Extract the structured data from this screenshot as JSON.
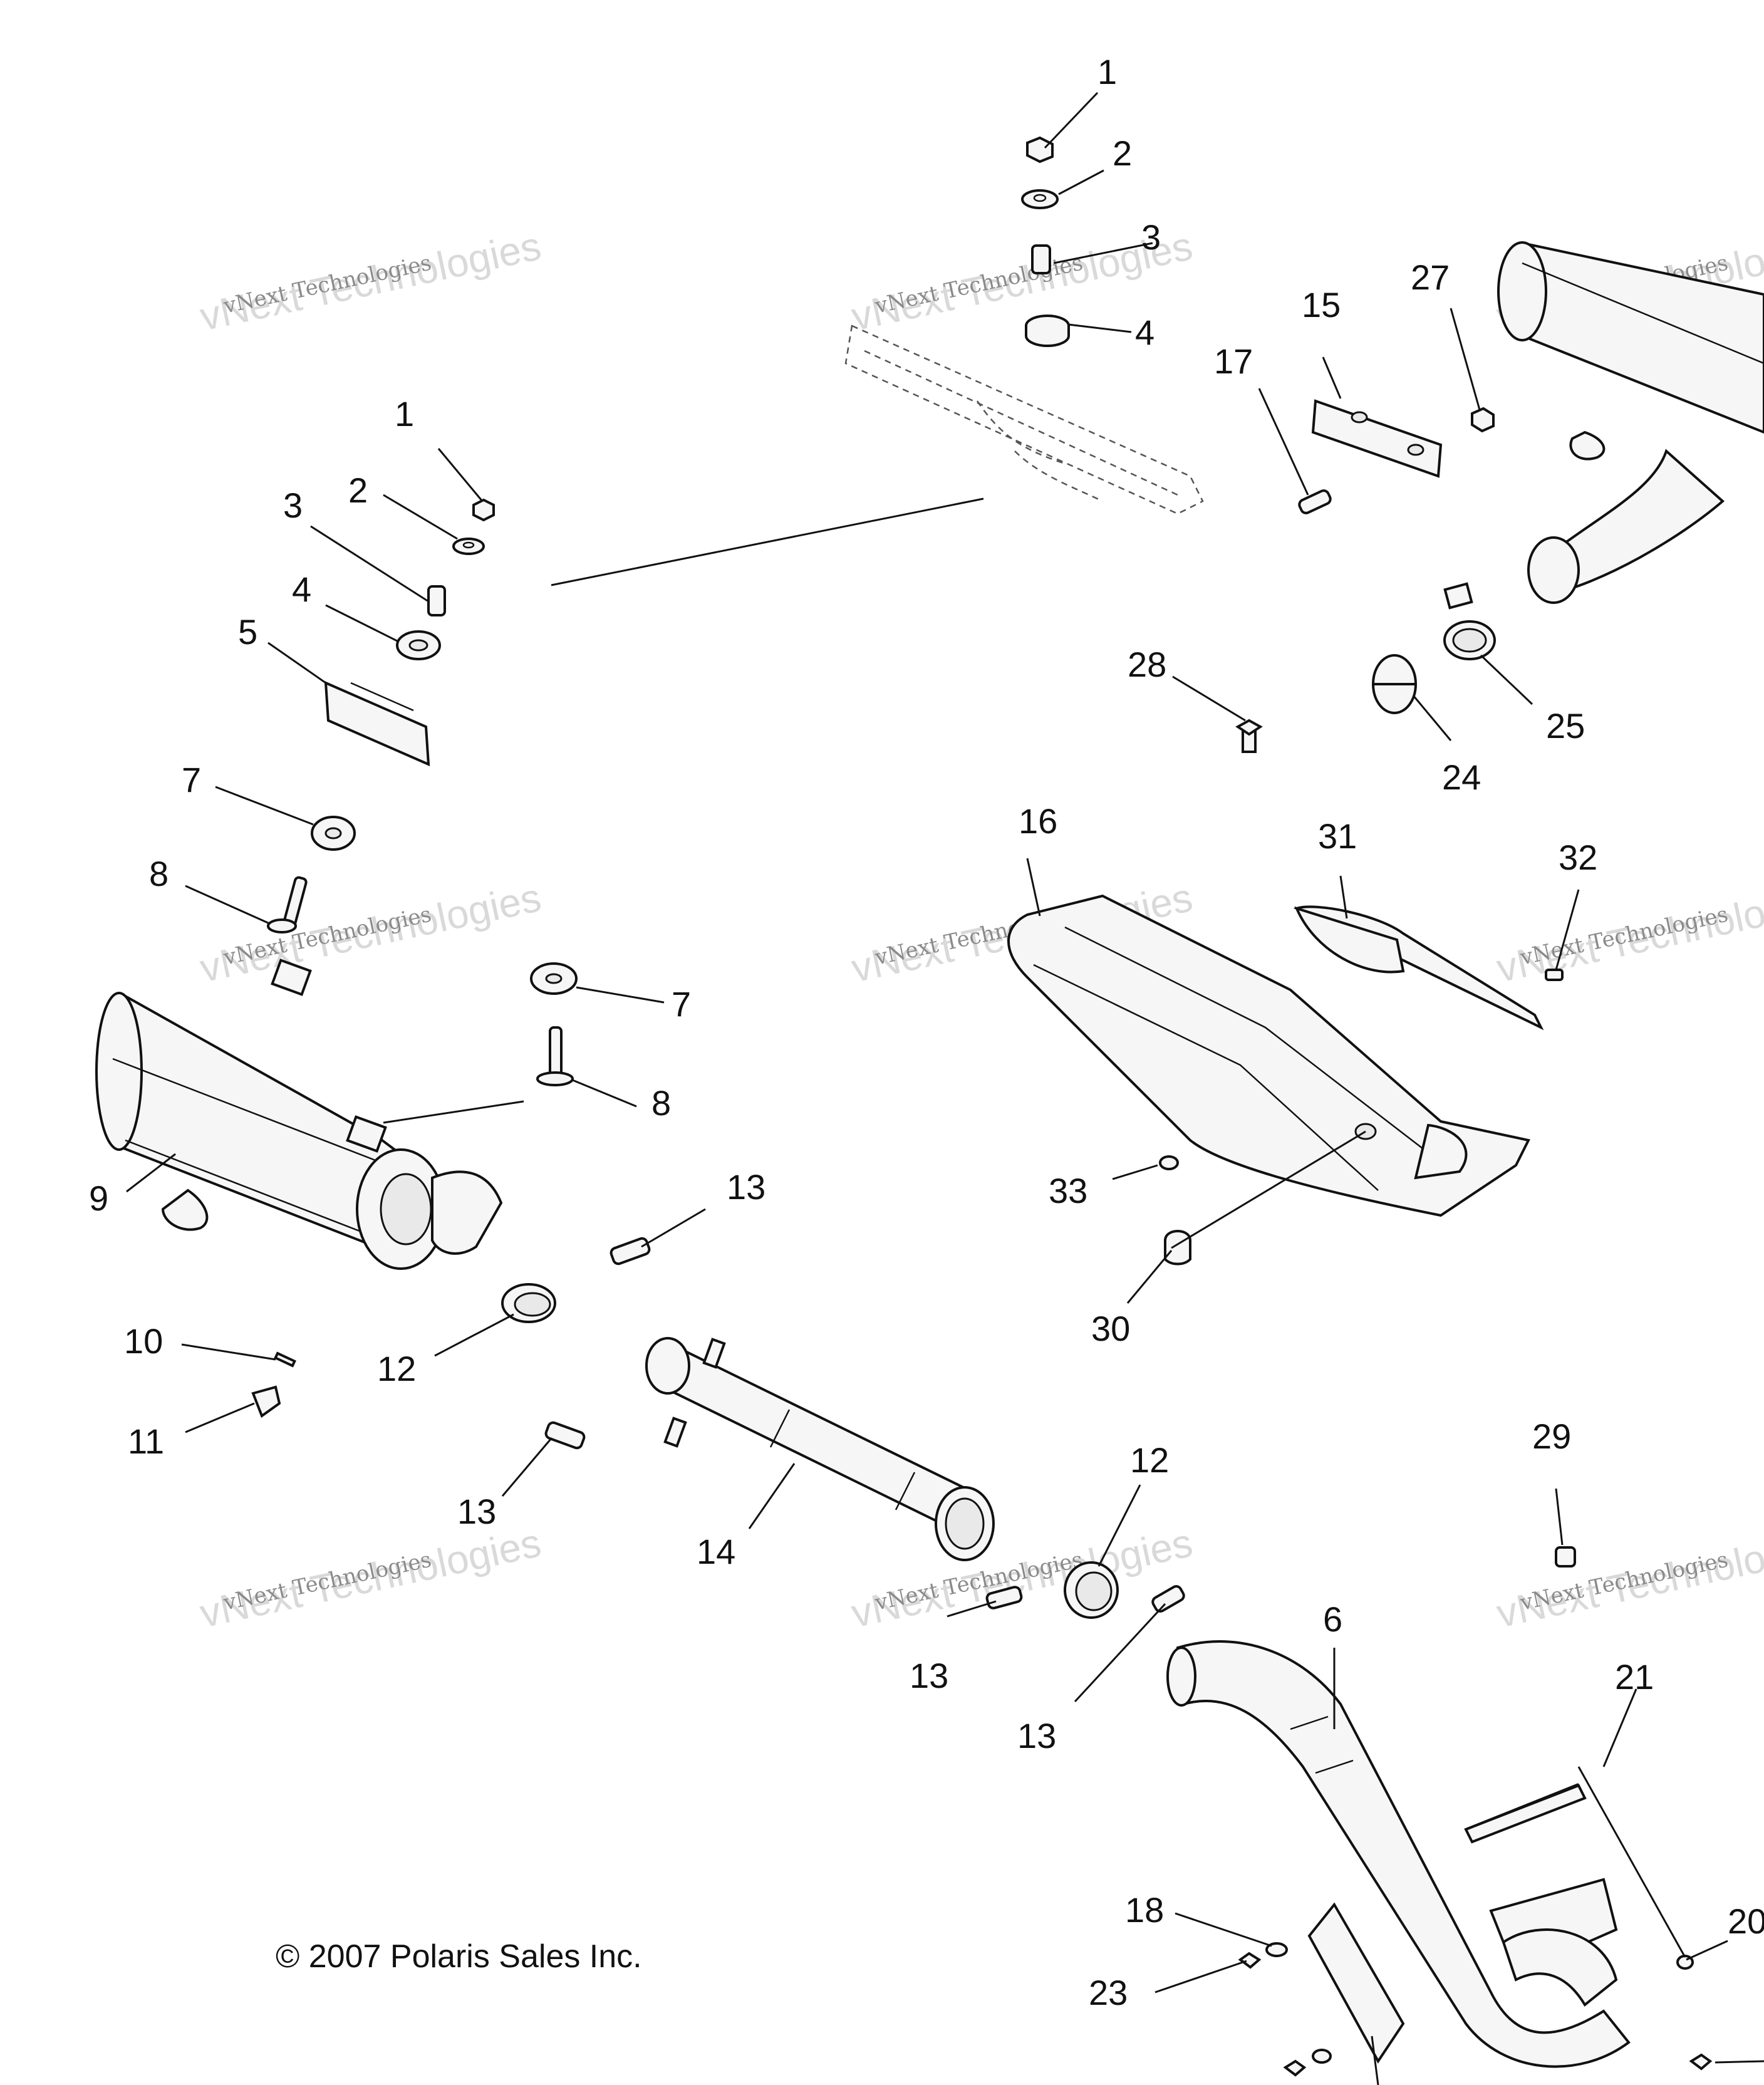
{
  "copyright": "© 2007 Polaris Sales Inc.",
  "watermark": {
    "line1": "vNext Technologies",
    "line2": "vNext Technologies"
  },
  "callouts": [
    "1",
    "2",
    "3",
    "4",
    "1",
    "2",
    "3",
    "4",
    "5",
    "7",
    "8",
    "7",
    "8",
    "9",
    "10",
    "11",
    "12",
    "13",
    "13",
    "14",
    "12",
    "13",
    "13",
    "6",
    "15",
    "16",
    "17",
    "18",
    "20",
    "21",
    "23",
    "24",
    "25",
    "27",
    "28",
    "29",
    "30",
    "31",
    "32",
    "33"
  ]
}
